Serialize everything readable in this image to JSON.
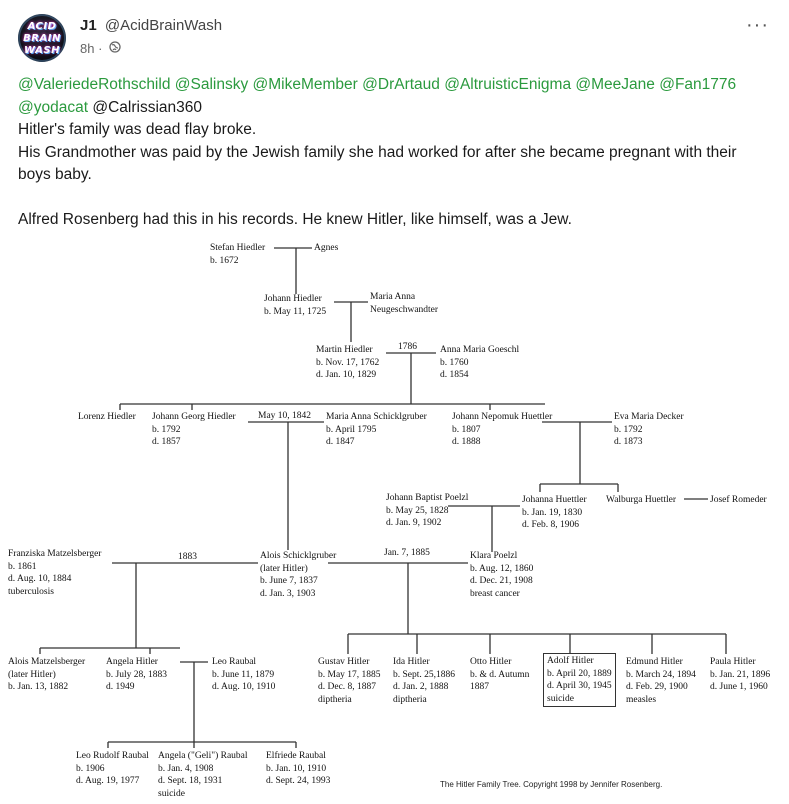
{
  "author": {
    "display_name": "J1",
    "handle": "@AcidBrainWash",
    "avatar_text": [
      "ACID",
      "BRAIN",
      "WASH"
    ],
    "time": "8h",
    "privacy_icon": "globe-icon"
  },
  "menu": {
    "more_label": "···"
  },
  "post": {
    "mentions": [
      "@ValeriedeRothschild",
      "@Salinsky",
      "@MikeMember",
      "@DrArtaud",
      "@AltruisticEnigma",
      "@MeeJane",
      "@Fan1776",
      "@yodacat"
    ],
    "mention_plain": "@Calrissian360",
    "line1": "Hitler's family was dead flay broke.",
    "line2": "His Grandmother was paid by the Jewish family she had worked for after she became pregnant with their boys baby.",
    "line3": "Alfred Rosenberg had this in his records. He knew Hitler, like himself, was a Jew.",
    "mention_color": "#2b9a3e"
  },
  "tree": {
    "people": [
      {
        "id": "stefan",
        "lines": [
          "Stefan Hiedler",
          "b. 1672"
        ]
      },
      {
        "id": "agnes",
        "lines": [
          "Agnes"
        ]
      },
      {
        "id": "johann",
        "lines": [
          "Johann Hiedler",
          "b. May 11, 1725"
        ]
      },
      {
        "id": "maria_anna_n",
        "lines": [
          "Maria Anna",
          "Neugeschwandter"
        ]
      },
      {
        "id": "martin",
        "lines": [
          "Martin Hiedler",
          "b. Nov. 17, 1762",
          "d. Jan. 10, 1829"
        ]
      },
      {
        "id": "anna_maria_g",
        "lines": [
          "Anna Maria Goeschl",
          "b. 1760",
          "d. 1854"
        ]
      },
      {
        "id": "lorenz",
        "lines": [
          "Lorenz Hiedler"
        ]
      },
      {
        "id": "johann_georg",
        "lines": [
          "Johann Georg Hiedler",
          "b. 1792",
          "d. 1857"
        ]
      },
      {
        "id": "maria_anna_s",
        "lines": [
          "Maria Anna Schicklgruber",
          "b. April 1795",
          "d. 1847"
        ]
      },
      {
        "id": "johann_nepomuk",
        "lines": [
          "Johann Nepomuk Huettler",
          "b. 1807",
          "d. 1888"
        ]
      },
      {
        "id": "eva_maria",
        "lines": [
          "Eva Maria Decker",
          "b. 1792",
          "d. 1873"
        ]
      },
      {
        "id": "johann_baptist",
        "lines": [
          "Johann Baptist Poelzl",
          "b. May 25, 1828",
          "d. Jan. 9, 1902"
        ]
      },
      {
        "id": "johanna",
        "lines": [
          "Johanna Huettler",
          "b. Jan. 19, 1830",
          "d. Feb. 8, 1906"
        ]
      },
      {
        "id": "walburga",
        "lines": [
          "Walburga Huettler"
        ]
      },
      {
        "id": "josef",
        "lines": [
          "Josef Romeder"
        ]
      },
      {
        "id": "franziska",
        "lines": [
          "Franziska Matzelsberger",
          "b. 1861",
          "d. Aug. 10, 1884",
          "tuberculosis"
        ]
      },
      {
        "id": "alois",
        "lines": [
          "Alois Schicklgruber",
          "(later Hitler)",
          "b. June 7, 1837",
          "d. Jan. 3, 1903"
        ]
      },
      {
        "id": "klara",
        "lines": [
          "Klara Poelzl",
          "b. Aug. 12, 1860",
          "d. Dec. 21, 1908",
          "breast cancer"
        ]
      },
      {
        "id": "alois_m",
        "lines": [
          "Alois Matzelsberger",
          "(later Hitler)",
          "b. Jan. 13, 1882"
        ]
      },
      {
        "id": "angela",
        "lines": [
          "Angela Hitler",
          "b. July 28, 1883",
          "d. 1949"
        ]
      },
      {
        "id": "leo_raubal",
        "lines": [
          "Leo Raubal",
          "b. June 11, 1879",
          "d. Aug. 10, 1910"
        ]
      },
      {
        "id": "gustav",
        "lines": [
          "Gustav Hitler",
          "b. May 17, 1885",
          "d. Dec. 8, 1887",
          "diptheria"
        ]
      },
      {
        "id": "ida",
        "lines": [
          "Ida Hitler",
          "b. Sept. 25,1886",
          "d. Jan. 2, 1888",
          "diptheria"
        ]
      },
      {
        "id": "otto",
        "lines": [
          "Otto Hitler",
          "b. & d. Autumn",
          "1887"
        ]
      },
      {
        "id": "adolf",
        "lines": [
          "Adolf Hitler",
          "b. April 20, 1889",
          "d. April 30, 1945",
          "suicide"
        ]
      },
      {
        "id": "edmund",
        "lines": [
          "Edmund Hitler",
          "b. March 24, 1894",
          "d. Feb. 29, 1900",
          "measles"
        ]
      },
      {
        "id": "paula",
        "lines": [
          "Paula Hitler",
          "b. Jan. 21, 1896",
          "d. June 1, 1960"
        ]
      },
      {
        "id": "leo_rudolf",
        "lines": [
          "Leo Rudolf Raubal",
          "b. 1906",
          "d. Aug. 19, 1977"
        ]
      },
      {
        "id": "geli",
        "lines": [
          "Angela (\"Geli\") Raubal",
          "b. Jan. 4, 1908",
          "d. Sept. 18, 1931",
          "suicide"
        ]
      },
      {
        "id": "elfriede",
        "lines": [
          "Elfriede Raubal",
          "b. Jan. 10, 1910",
          "d. Sept. 24, 1993"
        ]
      }
    ],
    "marriage_labels": {
      "m1786": "1786",
      "m1842": "May 10, 1842",
      "m1883": "1883",
      "m1885": "Jan. 7, 1885"
    },
    "caption": "The Hitler Family Tree.  Copyright 1998 by Jennifer Rosenberg."
  }
}
